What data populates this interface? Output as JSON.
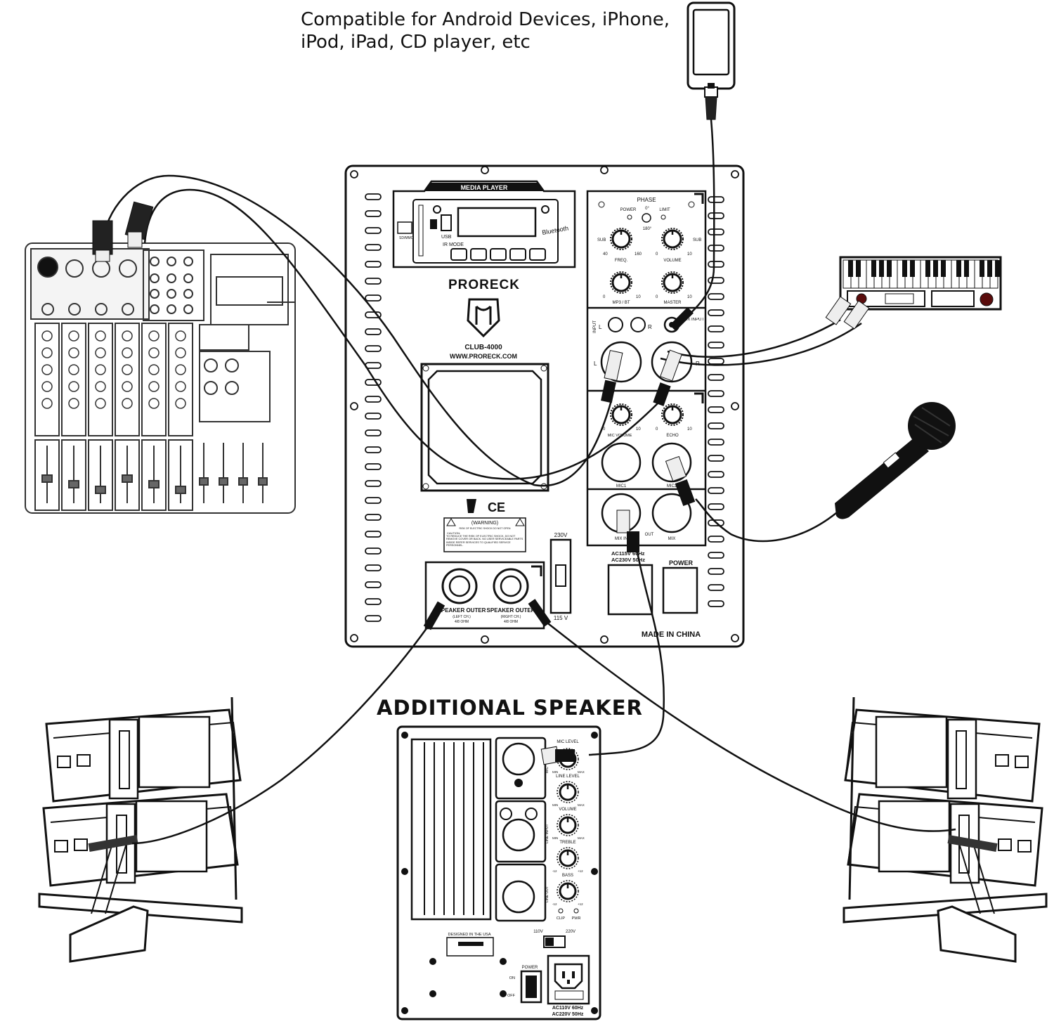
{
  "caption": "Compatible for Android Devices, iPhone,\niPod, iPad, CD player, etc",
  "additional_title": "ADDITIONAL SPEAKER",
  "amp": {
    "media_player": "MEDIA PLAYER",
    "usb": "USB",
    "sd": "SD/MMC",
    "ir_mode": "IR  MODE",
    "bluetooth": "Bluetooth",
    "brand": "PRORECK",
    "model": "CLUB-4000",
    "website": "WWW.PRORECK.COM",
    "phase": "PHASE",
    "power": "POWER",
    "deg0": "0°",
    "deg180": "180°",
    "limit": "LIMIT",
    "sub": "SUB",
    "freq": "FREQ.",
    "freq_min": "40",
    "freq_max": "160",
    "volume": "VOLUME",
    "mp3_bt": "MP3 / BT",
    "master": "MASTER",
    "zero": "0",
    "ten": "10",
    "input": "INPUT",
    "l": "L",
    "r": "R",
    "aux_input": "AUX INPUT",
    "mic_volume": "MIC VOLUME",
    "echo": "ECHO",
    "mic1": "MIC1",
    "mic2": "MIC2",
    "mix_in": "MIX IN",
    "out": "OUT",
    "mix": "MIX",
    "warning": "(WARNING)",
    "warning_sub": "RISK OF ELECTRIC SHOCK  DO NOT OPEN",
    "caution": "CAUTION:",
    "caution_text": "TO REDUCE THE RISK OF ELECTRIC SHOCK, DO NOT REMOVE COVER OR BACK. NO USER SERVICEABLE PARTS INSIDE REFER SERVICES TO QUALIFIED SERVICE PERSONNEL.",
    "v230": "230V",
    "v115": "115 V",
    "ac115": "AC115V 60Hz",
    "ac230": "AC230V 50Hz",
    "power_label": "POWER",
    "speaker_outer_left": "SPEAKER OUTER",
    "left_ch": "(LEFT CH.)",
    "right_ch": "(RIGHT CH.)",
    "ohm": "4/8 OHM",
    "made_in": "MADE IN CHINA",
    "ce": "CE"
  },
  "add_speaker": {
    "mic_level": "MIC LEVEL",
    "mic": "MIC",
    "line_level": "LINE LEVEL",
    "line_input": "LINE INPUT",
    "line_out": "LINE OUT",
    "volume": "VOLUME",
    "treble": "TREBLE",
    "bass": "BASS",
    "min": "MIN",
    "max": "MAX",
    "m12": "-12",
    "p12": "+12",
    "clip": "CLIP",
    "pwr": "PWR",
    "designed": "DESIGNED IN THE USA",
    "v110": "110V",
    "v220": "220V",
    "power": "POWER",
    "on": "ON",
    "off": "OFF",
    "ac110": "AC110V 60Hz",
    "ac220": "AC220V 50Hz"
  }
}
